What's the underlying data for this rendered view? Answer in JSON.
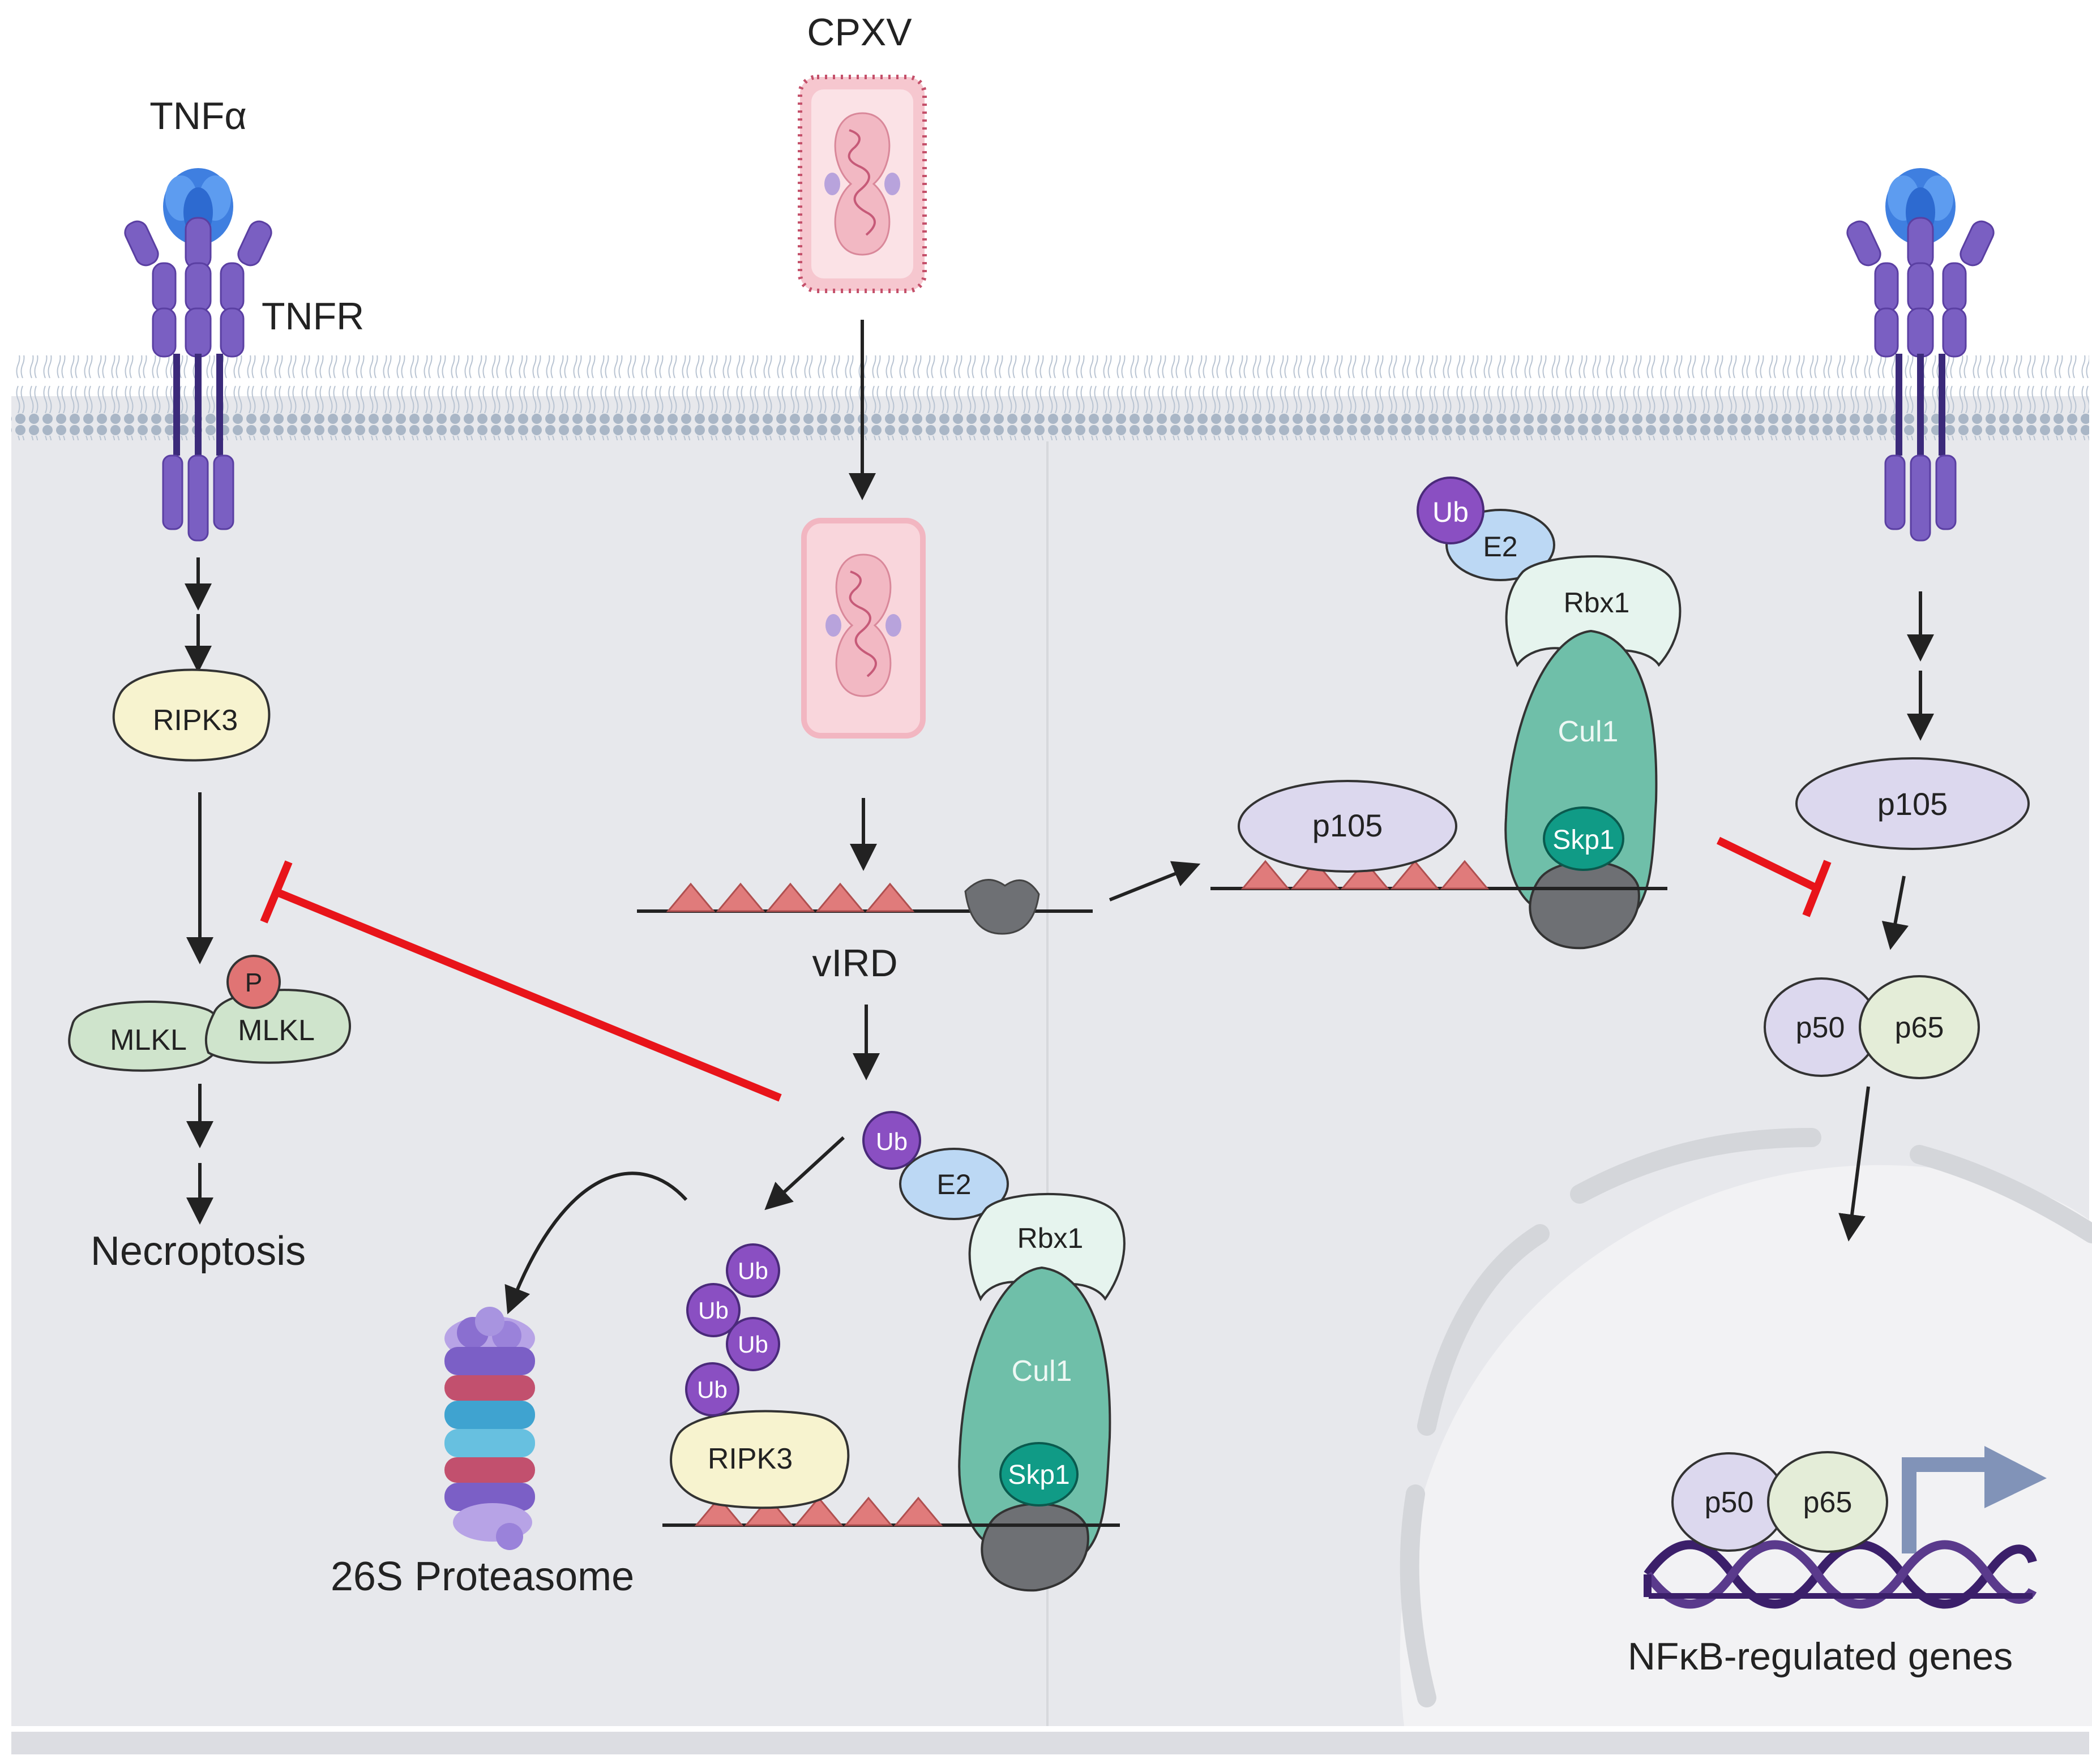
{
  "labels": {
    "virus": "CPXV",
    "ligand": "TNFα",
    "receptor": "TNFR",
    "vird": "vIRD",
    "necroptosis": "Necroptosis",
    "proteasome": "26S Proteasome",
    "nfkb_genes": "NFκB-regulated genes"
  },
  "proteins": {
    "ripk3": "RIPK3",
    "mlkl": "MLKL",
    "phospho": "P",
    "ub": "Ub",
    "e2": "E2",
    "rbx1": "Rbx1",
    "cul1": "Cul1",
    "skp1": "Skp1",
    "p105": "p105",
    "p50": "p50",
    "p65": "p65"
  },
  "colors": {
    "cytoplasm": "#e7e8ec",
    "membrane_head": "#a9b6c6",
    "receptor_purple": "#7a5fc2",
    "ligand_blue": "#3f7fe0",
    "inhibition_red": "#e8141a",
    "ripk3_fill": "#f7f3cf",
    "mlkl_fill": "#cfe4cc",
    "phospho_fill": "#e07474",
    "ub_fill": "#8a4fc2",
    "e2_fill": "#bcd8f4",
    "rbx1_fill": "#e6f4ee",
    "cul1_fill": "#6fbfa9",
    "skp1_fill": "#109b86",
    "fbox_gray": "#6e7074",
    "ankyrin_red": "#e07b7b",
    "p105_fill": "#dcd8ee",
    "p65_fill": "#e4edd8",
    "dna_purple": "#3b1f6a",
    "promoter_arrow": "#8193b8"
  },
  "icons": [
    "tnf-receptor-icon",
    "poxvirus-virion-icon",
    "proteasome-icon",
    "dna-helix-icon",
    "transcription-arrow-icon"
  ]
}
